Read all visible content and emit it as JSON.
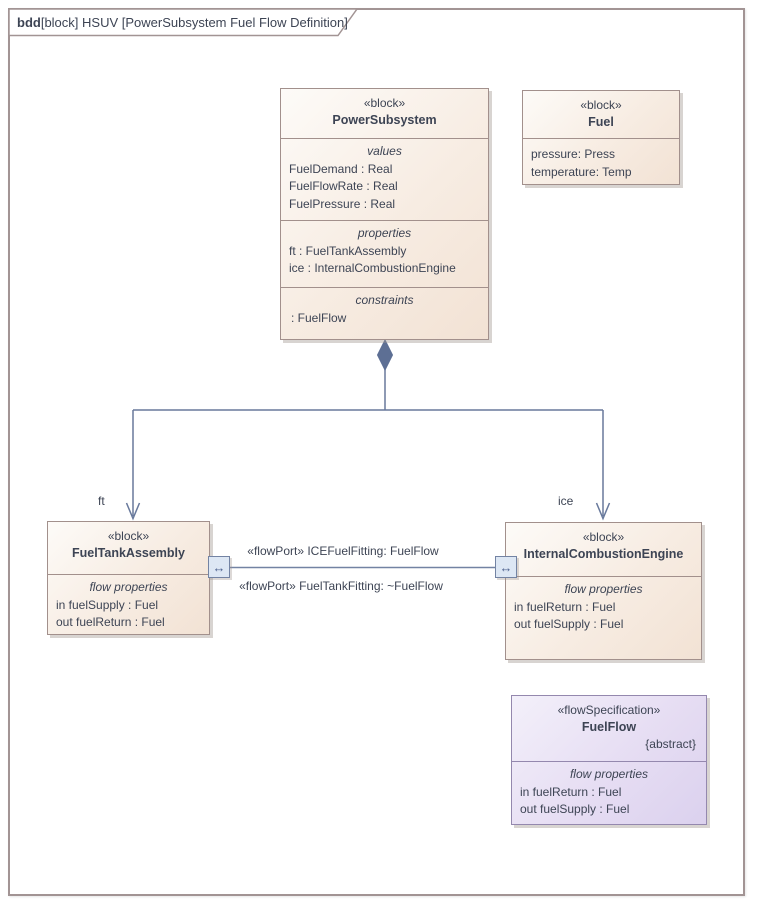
{
  "frame": {
    "keyword": "bdd",
    "title": "[block] HSUV [PowerSubsystem Fuel Flow Definition]"
  },
  "blocks": {
    "power_subsystem": {
      "stereotype": "«block»",
      "name": "PowerSubsystem",
      "values_label": "values",
      "values": [
        "FuelDemand : Real",
        "FuelFlowRate : Real",
        "FuelPressure : Real"
      ],
      "properties_label": "properties",
      "properties": [
        "ft : FuelTankAssembly",
        "ice : InternalCombustionEngine"
      ],
      "constraints_label": "constraints",
      "constraints": [
        ": FuelFlow"
      ]
    },
    "fuel": {
      "stereotype": "«block»",
      "name": "Fuel",
      "attributes": [
        "pressure: Press",
        "temperature: Temp"
      ]
    },
    "fuel_tank_assembly": {
      "stereotype": "«block»",
      "name": "FuelTankAssembly",
      "flow_label": "flow properties",
      "flows": [
        "in fuelSupply : Fuel",
        "out fuelReturn : Fuel"
      ]
    },
    "internal_combustion_engine": {
      "stereotype": "«block»",
      "name": "InternalCombustionEngine",
      "flow_label": "flow properties",
      "flows": [
        "in fuelReturn : Fuel",
        "out fuelSupply : Fuel"
      ]
    },
    "fuel_flow": {
      "stereotype": "«flowSpecification»",
      "name": "FuelFlow",
      "modifier": "{abstract}",
      "flow_label": "flow properties",
      "flows": [
        "in fuelReturn : Fuel",
        "out fuelSupply : Fuel"
      ]
    }
  },
  "connectors": {
    "ft_role": "ft",
    "ice_role": "ice",
    "flowport_top_label": "«flowPort» ICEFuelFitting: FuelFlow",
    "flowport_bottom_label": "«flowPort» FuelTankFitting: ~FuelFlow",
    "port_glyph": "↔"
  },
  "colors": {
    "block_border": "#a2908c",
    "block_fill_start": "#fdfbf8",
    "block_fill_end": "#f2e2d4",
    "flowspec_border": "#9488ae",
    "flowspec_fill_start": "#f3f0fa",
    "flowspec_fill_end": "#dbd1ee",
    "connector": "#68799c",
    "diamond_fill": "#5d6f94",
    "text": "#3d4454",
    "port_fill": "#dde7f4",
    "port_border": "#7383a3",
    "frame_border": "#a29494"
  }
}
